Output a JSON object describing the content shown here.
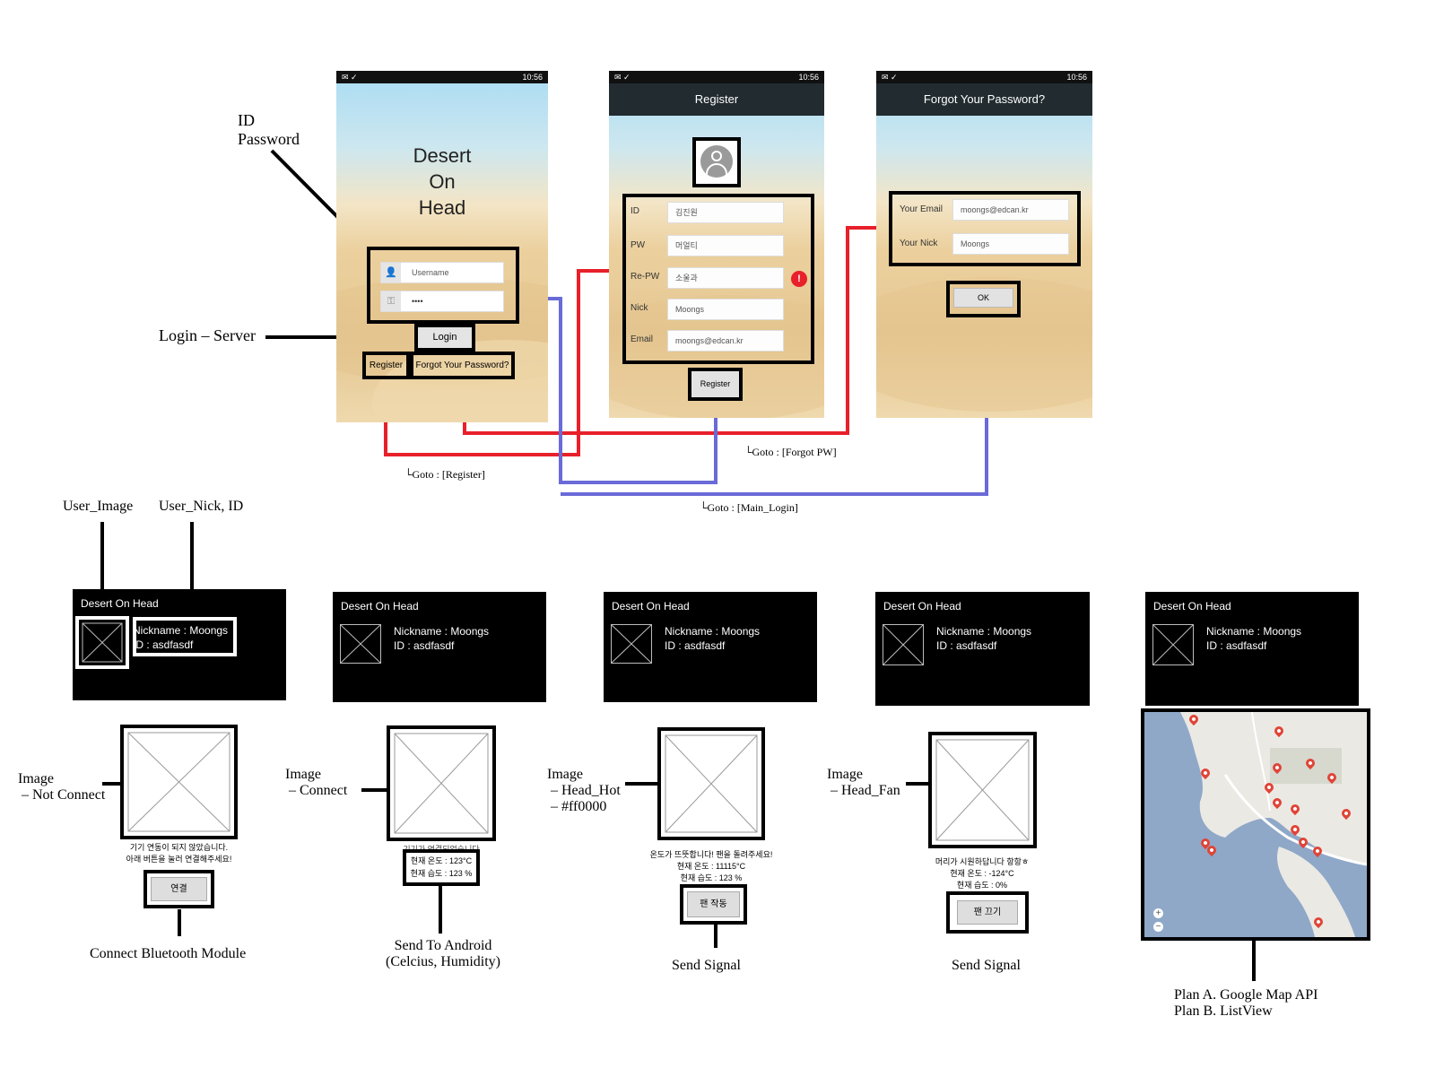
{
  "top": {
    "annotations": {
      "id_password": "ID\nPassword",
      "login_server": "Login – Server",
      "goto_register": "└Goto : [Register]",
      "goto_forgot": "└Goto : [Forgot PW]",
      "goto_main": "└Goto : [Main_Login]"
    },
    "status_time": "10:56",
    "login": {
      "app_title": "Desert\nOn\nHead",
      "username_placeholder": "Username",
      "password_value": "••••",
      "login_button": "Login",
      "register_link": "Register",
      "forgot_link": "Forgot Your Password?"
    },
    "register": {
      "title": "Register",
      "fields": [
        {
          "label": "ID",
          "value": "김진원"
        },
        {
          "label": "PW",
          "value": "머얼티"
        },
        {
          "label": "Re-PW",
          "value": "소울과"
        },
        {
          "label": "Nick",
          "value": "Moongs"
        },
        {
          "label": "Email",
          "value": "moongs@edcan.kr"
        }
      ],
      "error_badge": "!",
      "register_button": "Register"
    },
    "forgot": {
      "title": "Forgot Your Password?",
      "email_label": "Your Email",
      "email_value": "moongs@edcan.kr",
      "nick_label": "Your Nick",
      "nick_value": "Moongs",
      "ok_button": "OK"
    }
  },
  "bottom": {
    "labels": {
      "user_image": "User_Image",
      "user_nick_id": "User_Nick, ID",
      "img_not_connect": "Image\n – Not Connect",
      "img_connect": "Image\n – Connect",
      "img_head_hot": "Image\n – Head_Hot\n – #ff0000",
      "img_head_fan": "Image\n – Head_Fan",
      "connect_bt": "Connect Bluetooth Module",
      "send_android": "Send To Android\n(Celcius, Humidity)",
      "send_signal_1": "Send Signal",
      "send_signal_2": "Send Signal",
      "plans": "Plan A. Google Map API\nPlan B. ListView"
    },
    "app_title": "Desert On Head",
    "nickname_line": "Nickname : Moongs",
    "id_line": "ID : asdfasdf",
    "screen1": {
      "message": "기기 연동이 되지 않았습니다.\n아래 버튼을 눌러 연결해주세요!",
      "button": "연결"
    },
    "screen2": {
      "message": "기기가 연결되었습니다",
      "temp": "현재 온도 : 123°C",
      "humidity": "현재 습도 : 123 %"
    },
    "screen3": {
      "message": "온도가 뜨뜻합니다! 팬을 돌려주세요!",
      "temp": "현재 온도 : 11115°C",
      "humidity": "현재 습도 : 123 %",
      "button": "팬 작동"
    },
    "screen4": {
      "message": "머리가 시원하답니다 항항ㅎ",
      "temp": "현재 온도 : -124°C",
      "humidity": "현재 습도 : 0%",
      "button": "팬 끄기"
    },
    "map": {
      "zoom_in": "+",
      "zoom_out": "−",
      "water_color": "#8fa8c8",
      "land_color": "#ebe9e4",
      "pin_color": "#e04437"
    }
  },
  "colors": {
    "link_red": "#e8202a",
    "link_blue": "#6a6ad8"
  }
}
